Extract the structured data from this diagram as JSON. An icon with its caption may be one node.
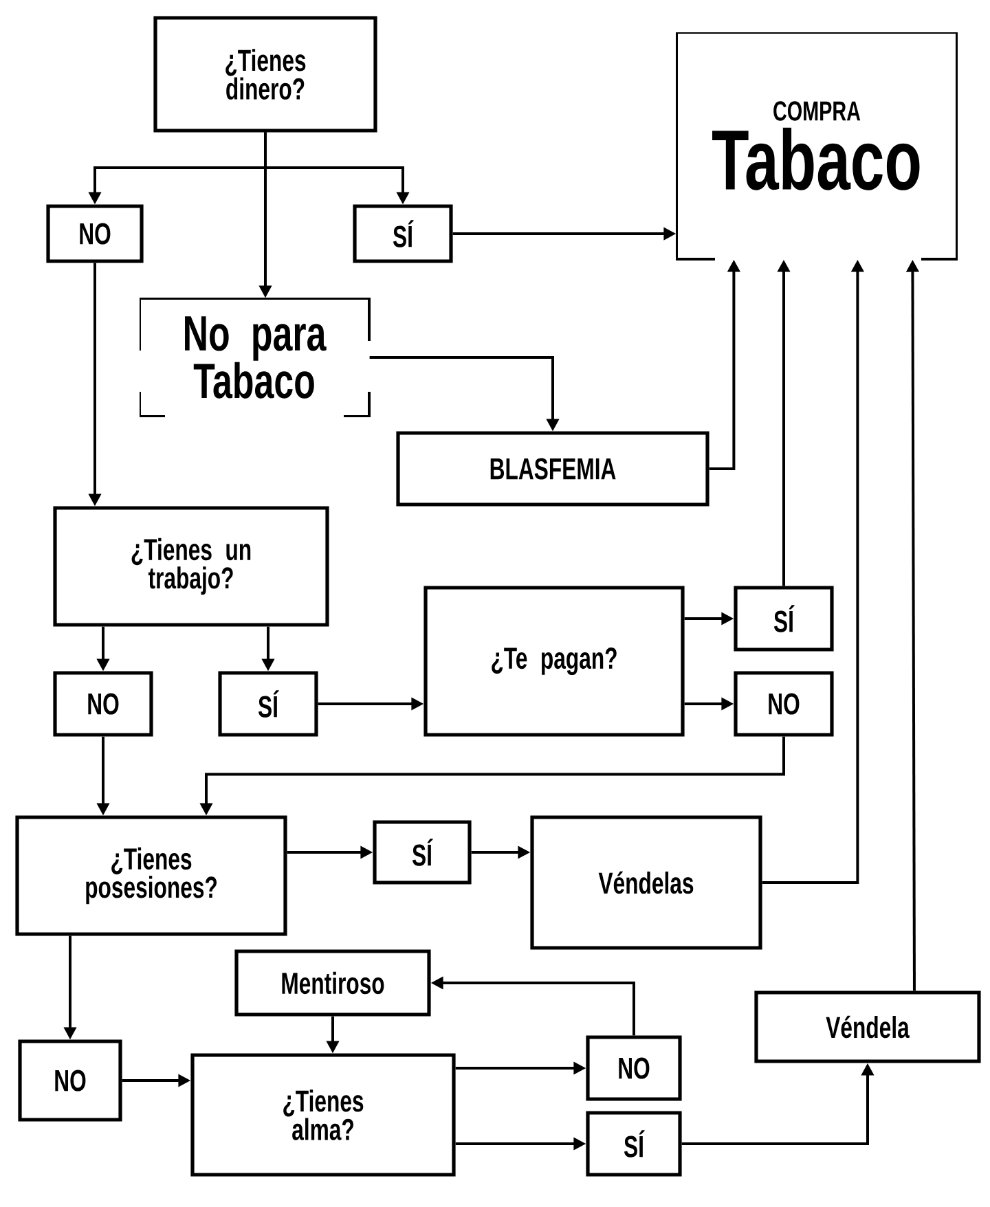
{
  "diagram": {
    "nodes": [
      {
        "text": [
          "¿Tienes dinero?"
        ]
      },
      {
        "text": [
          "COMPRA",
          "Tabaco"
        ]
      },
      {
        "text": [
          "NO"
        ]
      },
      {
        "text": [
          "SÍ"
        ]
      },
      {
        "text": [
          "No para Tabaco"
        ]
      },
      {
        "text": [
          "BLASFEMIA"
        ]
      },
      {
        "text": [
          "¿Tienes un trabajo?"
        ]
      },
      {
        "text": [
          "NO"
        ]
      },
      {
        "text": [
          "SÍ"
        ]
      },
      {
        "text": [
          "¿Te pagan?"
        ]
      },
      {
        "text": [
          "SÍ"
        ]
      },
      {
        "text": [
          "NO"
        ]
      },
      {
        "text": [
          "¿Tienes posesiones?"
        ]
      },
      {
        "text": [
          "SÍ"
        ]
      },
      {
        "text": [
          "Véndelas"
        ]
      },
      {
        "text": [
          "Mentiroso"
        ]
      },
      {
        "text": [
          "Véndela"
        ]
      },
      {
        "text": [
          "NO"
        ]
      },
      {
        "text": [
          "¿Tienes alma?"
        ]
      },
      {
        "text": [
          "NO"
        ]
      },
      {
        "text": [
          "SÍ"
        ]
      }
    ],
    "edges": [
      {
        "from": 0,
        "to": 2,
        "arrow": "to"
      },
      {
        "from": 0,
        "to": 4,
        "arrow": "to"
      },
      {
        "from": 0,
        "to": 3,
        "arrow": "to"
      },
      {
        "from": 3,
        "to": 1,
        "arrow": "to"
      },
      {
        "from": 4,
        "to": 5,
        "arrow": "to"
      },
      {
        "from": 5,
        "to": 1,
        "arrow": "to"
      },
      {
        "from": 2,
        "to": 6,
        "arrow": "to"
      },
      {
        "from": 6,
        "to": 7,
        "arrow": "to"
      },
      {
        "from": 6,
        "to": 8,
        "arrow": "to"
      },
      {
        "from": 8,
        "to": 9,
        "arrow": "to"
      },
      {
        "from": 9,
        "to": 10,
        "arrow": "to"
      },
      {
        "from": 9,
        "to": 11,
        "arrow": "to"
      },
      {
        "from": 10,
        "to": 1,
        "arrow": "to"
      },
      {
        "from": 11,
        "to": 12,
        "arrow": "to"
      },
      {
        "from": 7,
        "to": 12,
        "arrow": "to"
      },
      {
        "from": 12,
        "to": 13,
        "arrow": "to"
      },
      {
        "from": 13,
        "to": 14,
        "arrow": "to"
      },
      {
        "from": 14,
        "to": 1,
        "arrow": "to"
      },
      {
        "from": 12,
        "to": 17,
        "arrow": "to"
      },
      {
        "from": 17,
        "to": 18,
        "arrow": "to"
      },
      {
        "from": 15,
        "to": 18,
        "arrow": "to"
      },
      {
        "from": 18,
        "to": 19,
        "arrow": "to"
      },
      {
        "from": 18,
        "to": 20,
        "arrow": "to"
      },
      {
        "from": 19,
        "to": 15,
        "arrow": "to"
      },
      {
        "from": 20,
        "to": 16,
        "arrow": "to"
      },
      {
        "from": 16,
        "to": 1,
        "arrow": "to"
      }
    ]
  }
}
